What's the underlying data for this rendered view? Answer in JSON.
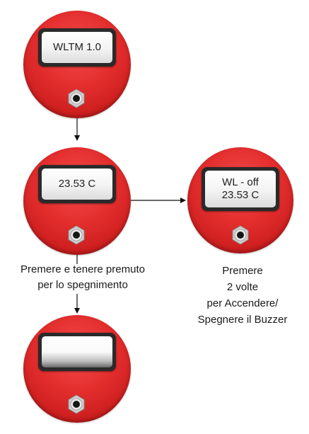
{
  "devices": [
    {
      "id": "startup",
      "display_lines": [
        "WLTM 1.0"
      ]
    },
    {
      "id": "temperature",
      "display_lines": [
        "23.53 C"
      ]
    },
    {
      "id": "wl-off",
      "display_lines": [
        "WL - off",
        "23.53 C"
      ]
    },
    {
      "id": "off",
      "display_lines": []
    }
  ],
  "labels": {
    "long_press": [
      "Premere e tenere premuto",
      "per lo spegnimento"
    ],
    "double_press": [
      "Premere",
      "2 volte",
      "per Accendere/",
      "Spegnere il Buzzer"
    ]
  },
  "colors": {
    "device_red": "#e32d2d",
    "lcd_frame": "#2a2a2a",
    "arrow": "#111111"
  }
}
